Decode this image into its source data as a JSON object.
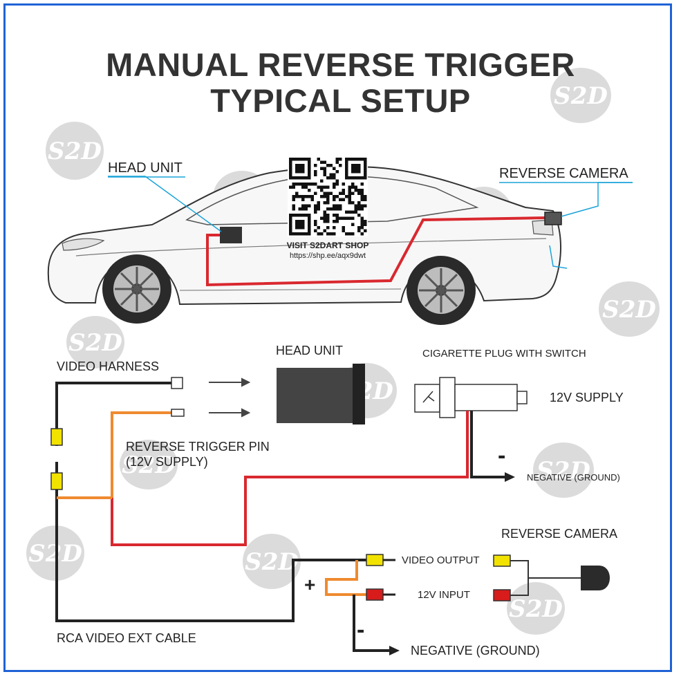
{
  "title": {
    "line1": "MANUAL REVERSE TRIGGER",
    "line2": "TYPICAL SETUP"
  },
  "car_diagram": {
    "head_unit_label": "HEAD UNIT",
    "reverse_camera_label": "REVERSE CAMERA",
    "qr": {
      "caption": "VISIT S2DART SHOP",
      "url": "https://shp.ee/aqx9dwt"
    }
  },
  "wiring_diagram": {
    "video_harness": "VIDEO HARNESS",
    "head_unit": "HEAD UNIT",
    "cigarette_plug": "CIGARETTE PLUG WITH SWITCH",
    "supply_12v": "12V SUPPLY",
    "reverse_trigger_pin_line1": "REVERSE TRIGGER PIN",
    "reverse_trigger_pin_line2": "(12V SUPPLY)",
    "minus_sign_upper": "-",
    "negative_ground_upper": "NEGATIVE (GROUND)",
    "reverse_camera": "REVERSE CAMERA",
    "video_output": "VIDEO OUTPUT",
    "input_12v": "12V INPUT",
    "plus_sign": "+",
    "minus_sign_lower": "-",
    "rca_cable": "RCA VIDEO EXT CABLE",
    "negative_ground_lower": "NEGATIVE (GROUND)"
  },
  "watermark": "S2D",
  "colors": {
    "frame": "#1f62d6",
    "red_wire": "#d9282f",
    "orange_wire": "#ef8a2f",
    "black_wire": "#222222",
    "yellow_connector": "#f2e200",
    "red_connector": "#d81c1c",
    "leader_line": "#1aa3d9",
    "watermark": "#c8c8c8"
  }
}
